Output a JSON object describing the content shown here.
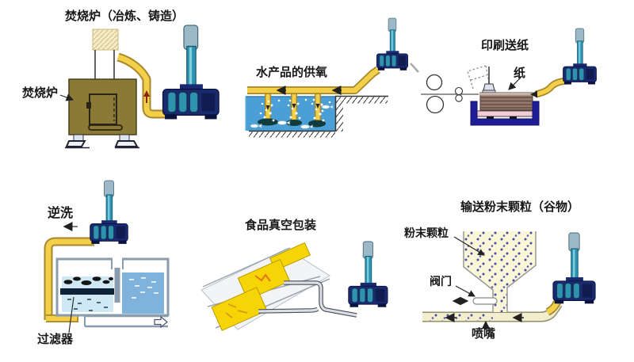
{
  "doc": {
    "kind": "blower application illustrations",
    "background": "#ffffff"
  },
  "scenes": [
    {
      "id": "incinerator",
      "title": "焚烧炉（冶炼、铸造）",
      "labels": {
        "furnace": "焚烧炉"
      }
    },
    {
      "id": "aquaculture",
      "title": "水产品的供氧",
      "labels": {}
    },
    {
      "id": "printing",
      "title": "印刷送纸",
      "labels": {
        "paper": "纸"
      }
    },
    {
      "id": "backwash",
      "title": "逆洗",
      "labels": {
        "filter": "过滤器"
      }
    },
    {
      "id": "vacuum-packaging",
      "title": "食品真空包装",
      "labels": {}
    },
    {
      "id": "powder-conveying",
      "title": "输送粉末颗粒（谷物）",
      "labels": {
        "powder": "粉末颗粒",
        "valve": "阀门",
        "nozzle": "喷嘴"
      }
    }
  ],
  "colors": {
    "pipe_yellow": "#f2d04a",
    "pipe_yellow_edge": "#a8862a",
    "pale_pipe": "#f3eecd",
    "blower_navy": "#1b2a6e",
    "blower_teal": "#2f93b0",
    "stack_cap": "#9db9c8",
    "water_blue": "#4aa0d6",
    "backwash_water_left": "#cfe9f4",
    "backwash_water_right": "#7fb3dc",
    "furnace_brown": "#8b7a36",
    "tray_navy": "#1d1d96",
    "platform_pink": "#f3ccd6",
    "paper_stack_brown": "#92776a",
    "package_yellow": "#f6d405",
    "hopper_cream": "#faf6d8",
    "particle_blue": "#4a4aa0",
    "text": "#181818"
  }
}
